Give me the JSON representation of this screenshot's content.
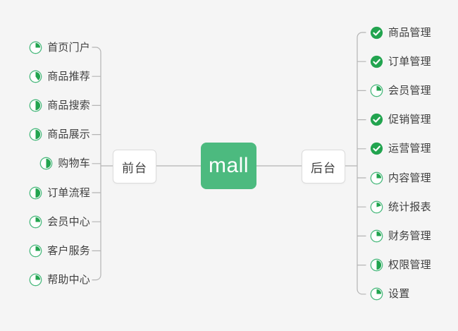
{
  "diagram": {
    "title_node": "mall",
    "background_color": "#f5f5f5",
    "accent_color": "#4cba7f",
    "line_color": "#b5b5b5",
    "text_color": "#3f3f3f"
  },
  "root": {
    "label": "mall"
  },
  "branches": {
    "left": {
      "node_label": "前台",
      "items": [
        {
          "label": "首页门户",
          "icon": "pie-progress-icon",
          "progress": 25
        },
        {
          "label": "商品推荐",
          "icon": "pie-progress-icon",
          "progress": 40
        },
        {
          "label": "商品搜索",
          "icon": "pie-progress-icon",
          "progress": 50
        },
        {
          "label": "商品展示",
          "icon": "pie-progress-icon",
          "progress": 50
        },
        {
          "label": "购物车",
          "icon": "pie-progress-icon",
          "progress": 50
        },
        {
          "label": "订单流程",
          "icon": "pie-progress-icon",
          "progress": 50
        },
        {
          "label": "会员中心",
          "icon": "pie-progress-icon",
          "progress": 25
        },
        {
          "label": "客户服务",
          "icon": "pie-progress-icon",
          "progress": 25
        },
        {
          "label": "帮助中心",
          "icon": "pie-progress-icon",
          "progress": 25
        }
      ]
    },
    "right": {
      "node_label": "后台",
      "items": [
        {
          "label": "商品管理",
          "icon": "check-circle-icon",
          "progress": 100
        },
        {
          "label": "订单管理",
          "icon": "check-circle-icon",
          "progress": 100
        },
        {
          "label": "会员管理",
          "icon": "pie-progress-icon",
          "progress": 25
        },
        {
          "label": "促销管理",
          "icon": "check-circle-icon",
          "progress": 100
        },
        {
          "label": "运营管理",
          "icon": "check-circle-icon",
          "progress": 100
        },
        {
          "label": "内容管理",
          "icon": "pie-progress-icon",
          "progress": 25
        },
        {
          "label": "统计报表",
          "icon": "pie-progress-icon",
          "progress": 20
        },
        {
          "label": "财务管理",
          "icon": "pie-progress-icon",
          "progress": 25
        },
        {
          "label": "权限管理",
          "icon": "pie-progress-icon",
          "progress": 50
        },
        {
          "label": "设置",
          "icon": "pie-progress-icon",
          "progress": 25
        }
      ]
    }
  }
}
